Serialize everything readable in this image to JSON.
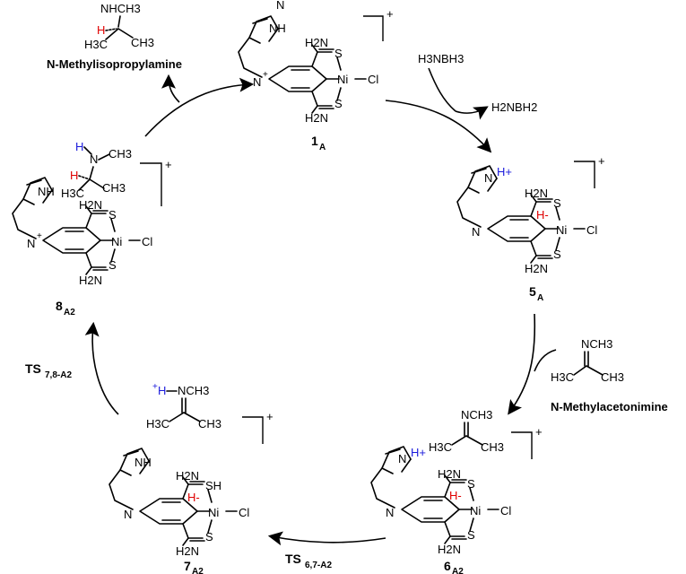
{
  "reagents": {
    "reductant": "H3NBH3",
    "reductant_product": "H2NBH2",
    "substrate": "N-Methylacetonimine",
    "product": "N-Methylisopropylamine"
  },
  "compounds": {
    "c1": {
      "num": "1",
      "sub": "A"
    },
    "c5": {
      "num": "5",
      "sub": "A"
    },
    "c6": {
      "num": "6",
      "sub": "A2"
    },
    "c7": {
      "num": "7",
      "sub": "A2"
    },
    "c8": {
      "num": "8",
      "sub": "A2"
    }
  },
  "transition_states": {
    "ts67": {
      "num": "TS",
      "sub": "6,7-A2"
    },
    "ts78": {
      "num": "TS",
      "sub": "7,8-A2"
    }
  },
  "atoms": {
    "ni": "Ni",
    "cl": "Cl",
    "s": "S",
    "sh": "SH",
    "h2n": "H2N",
    "n": "N",
    "nh": "NH",
    "nplus": "N+",
    "hminus": "H-",
    "hplus": "H+",
    "plus": "+",
    "ch3": "CH3",
    "h3c": "H3C",
    "nhch3": "NHCH3",
    "nch3": "NCH3",
    "h": "H"
  },
  "colors": {
    "hydride": "#e00000",
    "proton": "#1a1adb",
    "ink": "#000000"
  }
}
